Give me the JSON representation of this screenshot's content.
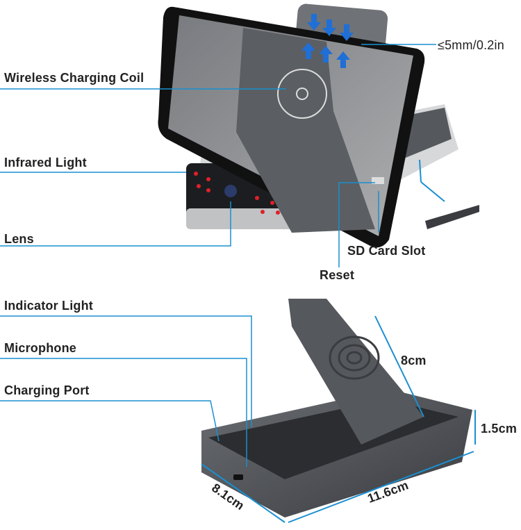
{
  "labels": {
    "wireless_coil": "Wireless Charging Coil",
    "thickness": "≤5mm/0.2in",
    "infrared": "Infrared Light",
    "lens": "Lens",
    "sd_slot": "SD Card Slot",
    "reset": "Reset",
    "indicator": "Indicator Light",
    "microphone": "Microphone",
    "charging_port": "Charging Port"
  },
  "dimensions": {
    "height_stand": "8cm",
    "height_base": "1.5cm",
    "depth": "8.1cm",
    "width": "11.6cm"
  },
  "colors": {
    "leader_line": "#1a8fd0",
    "device": "#4a4d52",
    "ir_led": "#e0202a"
  }
}
